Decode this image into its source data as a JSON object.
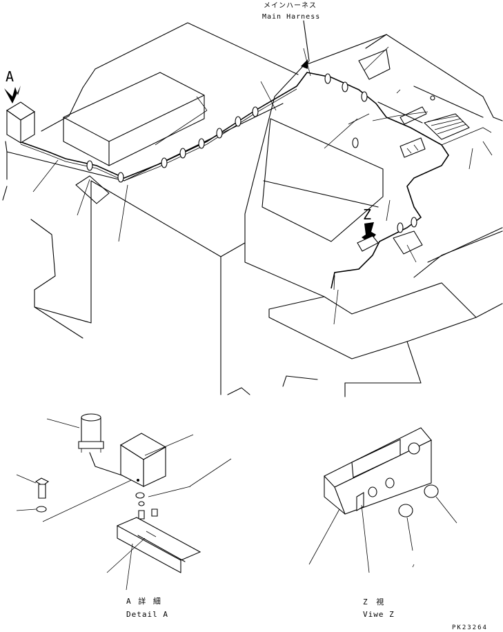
{
  "labels": {
    "harness_jp": "メインハーネス",
    "harness_en": "Main Harness",
    "arrow_a": "A",
    "arrow_z": "Z",
    "detail_a_jp": "A 詳 細",
    "detail_a_en": "Detail A",
    "view_z_jp": "Z 視",
    "view_z_en": "Viwe Z",
    "drawing_code": "PK23264"
  }
}
